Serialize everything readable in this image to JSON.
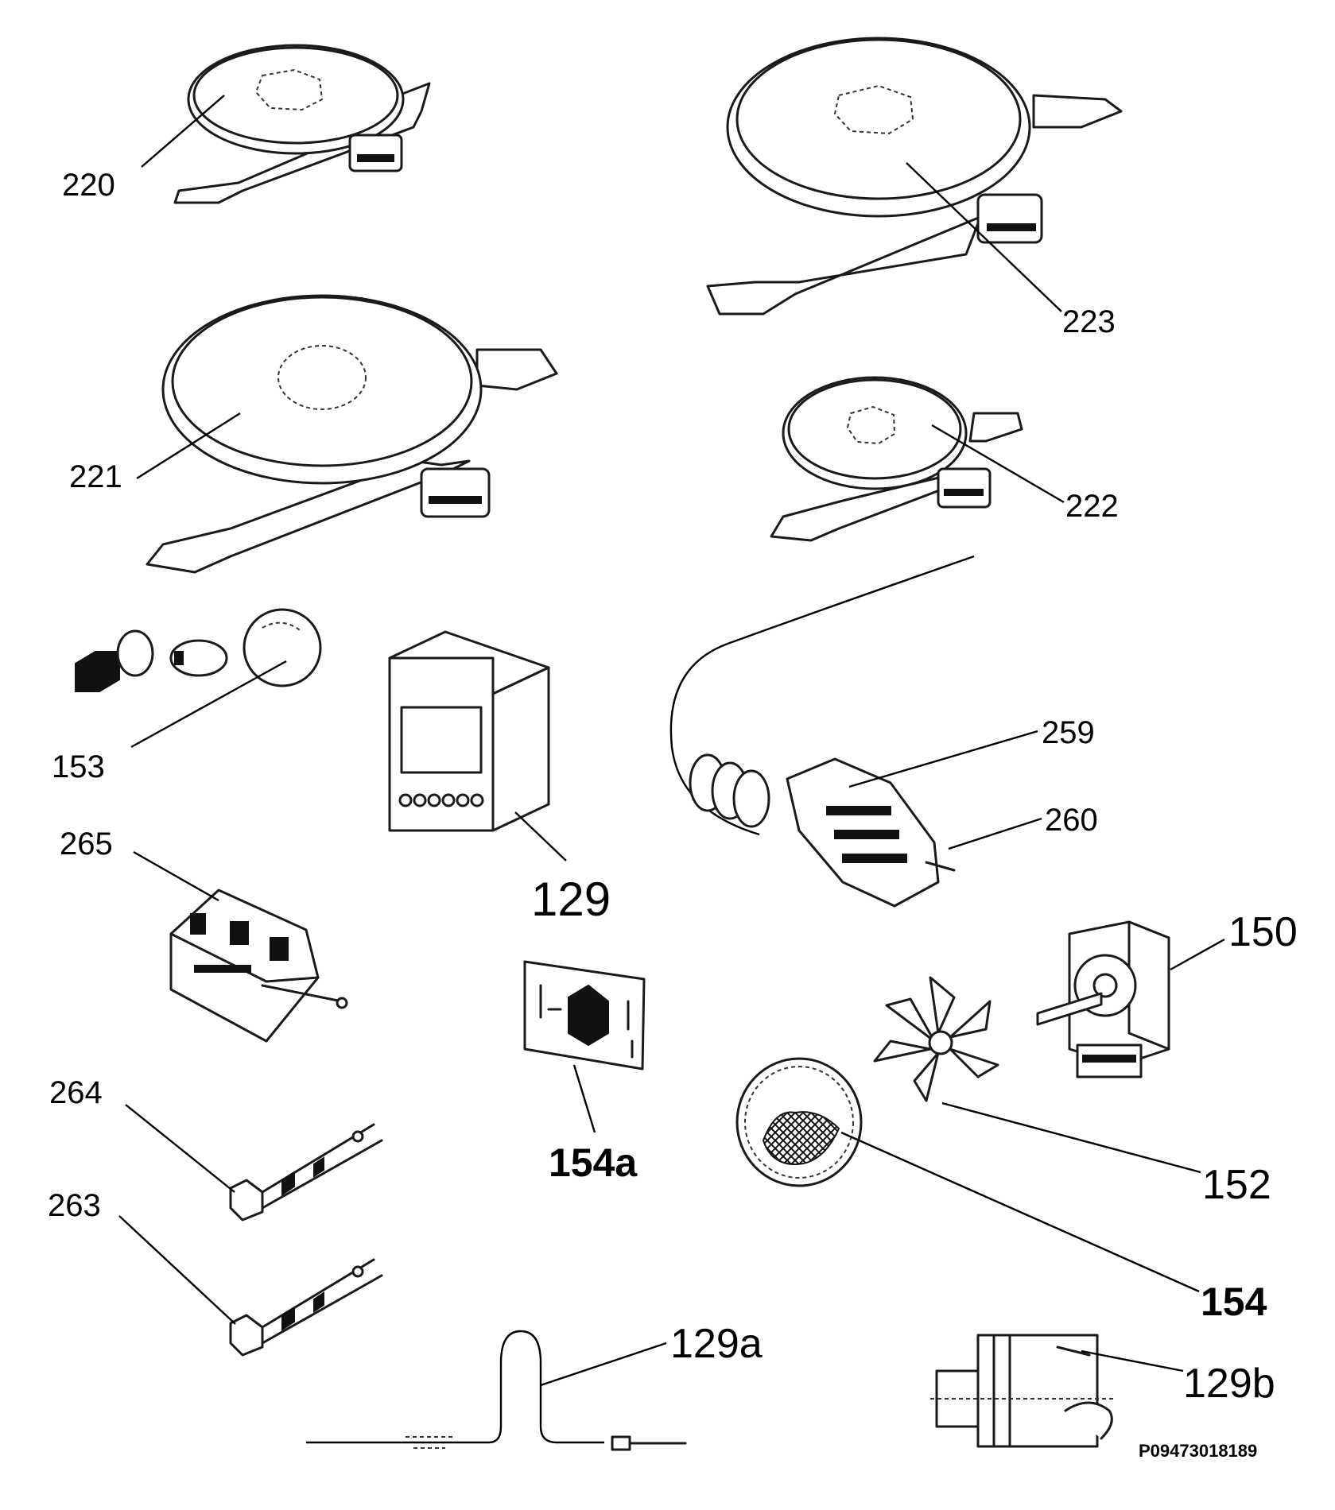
{
  "callouts": {
    "p220": "220",
    "p221": "221",
    "p222": "222",
    "p223": "223",
    "p153": "153",
    "p129": "129",
    "p259": "259",
    "p260": "260",
    "p265": "265",
    "p154a": "154a",
    "p150": "150",
    "p152": "152",
    "p154": "154",
    "p264": "264",
    "p263": "263",
    "p129a": "129a",
    "p129b": "129b"
  },
  "reference_code": "P09473018189"
}
